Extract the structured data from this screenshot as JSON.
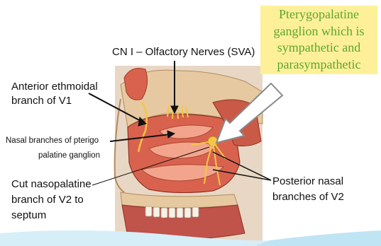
{
  "labels": {
    "cn1": "CN I – Olfactory Nerves (SVA)",
    "anterior_ethmoidal_line1": "Anterior ethmoidal",
    "anterior_ethmoidal_line2": "branch of V1",
    "nasal_branches_line1": "Nasal branches of pterigo",
    "nasal_branches_line2": "palatine ganglion",
    "cut_nasopalatine_line1": "Cut nasopalatine",
    "cut_nasopalatine_line2": "branch of V2 to",
    "cut_nasopalatine_line3": "septum",
    "posterior_nasal_line1": "Posterior nasal",
    "posterior_nasal_line2": "branches of V2"
  },
  "highlight_note": {
    "lines": [
      "Pterygopalatine",
      "ganglion which is",
      "sympathetic and",
      "parasympathetic"
    ],
    "text_color": "#5ea62c",
    "background_color": "#fdf099"
  },
  "colors": {
    "bone": "#e6c9a0",
    "mucosa": "#d9624f",
    "mucosa_light": "#f2a58c",
    "nerve": "#f5c646",
    "arrow_fill": "#ffffff",
    "arrow_stroke": "#8a8a8a"
  }
}
